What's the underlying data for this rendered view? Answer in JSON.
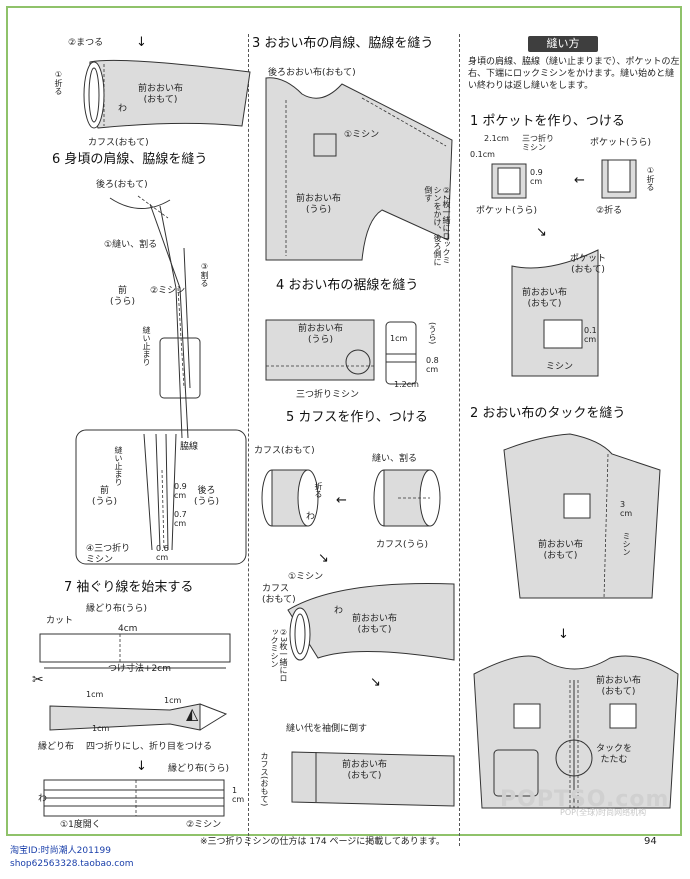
{
  "guide": {
    "badge": "縫い方",
    "text": "身頃の肩線、脇線（縫い止まりまで）、ポケットの左右、下端にロックミシンをかけます。縫い始めと縫い終わりは返し縫いをします。"
  },
  "steps": {
    "s1": "1 ポケットを作り、つける",
    "s2": "2 おおい布のタックを縫う",
    "s3": "3 おおい布の肩線、脇線を縫う",
    "s4": "4 おおい布の裾線を縫う",
    "s5": "5 カフスを作り、つける",
    "s6": "6 身頃の肩線、脇線を縫う",
    "s7": "7 袖ぐり線を始末する"
  },
  "labels": {
    "matsuru": "②まつる",
    "oru1": "①折る",
    "wa": "わ",
    "mae_oooi_omote": "前おおい布\n(おもて)",
    "cuffs_omote": "カフス(おもて)",
    "ushiro_omote": "後ろ(おもて)",
    "nuu_waru": "①縫い、割る",
    "mae_ura": "前\n(うら)",
    "mishin2": "②ミシン",
    "waru3": "③割る",
    "nuidomari": "縫い止まり",
    "wakisen": "脇線",
    "nuidomari_v": "縫い止まり",
    "d09": "0.9\ncm",
    "d07": "0.7\ncm",
    "d06": "0.6\ncm",
    "mitsuori4": "④三つ折り\nミシン",
    "ushiro_ura": "後ろ\n(うら)",
    "ushiro_oooi_omote": "後ろおおい布(おもて)",
    "mishin1": "①ミシン",
    "mae_oooi_ura": "前おおい布\n(うら)",
    "lock2": "②2枚一緒にロックミシンをかけ、後ろ側に倒す",
    "d1cm": "1cm",
    "ura": "(うら)",
    "d08": "0.8\ncm",
    "d12": "1.2cm",
    "mitsuori_mishin": "三つ折りミシン",
    "cuffs_omote2": "カフス(おもて)",
    "oru": "折る",
    "nui_waru": "縫い、割る",
    "cuffs_ura": "カフス(うら)",
    "mishin1b": "①ミシン",
    "cuffs_omote3": "カフス\n(おもて)",
    "lock3": "②3枚一緒にロックミシン",
    "nuishiro": "縫い代を袖側に倒す",
    "cuffs_omote4": "カフス(おもて)",
    "bias_ura": "縁どり布(うら)",
    "cut": "カット",
    "d4cm": "4cm",
    "tsukesun": "つけ寸法+2cm",
    "d1cm_a": "1cm",
    "d1cm_b": "1cm",
    "d1cm_c": "1cm",
    "bias": "縁どり布",
    "yotsuori": "四つ折りにし、折り目をつける",
    "bias_ura2": "縁どり布(うら)",
    "hiraku": "①1度開く",
    "mishin2b": "②ミシン",
    "d1cm_d": "1\ncm",
    "d21": "2.1cm",
    "d01": "0.1cm",
    "mitsuori_mishin2": "三つ折り\nミシン",
    "pocket_ura": "ポケット(うら)",
    "d09b": "0.9\ncm",
    "pocket_ura2": "ポケット(うら)",
    "oru1b": "①折る",
    "oru2": "②折る",
    "pocket_omote": "ポケット\n(おもて)",
    "mae_oooi_omote2": "前おおい布\n(おもて)",
    "d01b": "0.1\ncm",
    "mishin_p": "ミシン",
    "d3cm": "3\ncm",
    "mishin_t": "ミシン",
    "mae_oooi_omote3": "前おおい布\n(おもて)",
    "mae_oooi_omote4": "前おおい布\n(おもて)",
    "tuck": "タックを\nたたむ"
  },
  "footer": {
    "note": "※三つ折りミシンの仕方は 174 ページに掲載してあります。",
    "page": "94",
    "shop1": "淘宝ID:时尚潮人201199",
    "shop2": "shop62563328.taobao.com",
    "watermark": "POPTSO.com",
    "watermark_sub": "POP(全球)时尚网络机构"
  }
}
